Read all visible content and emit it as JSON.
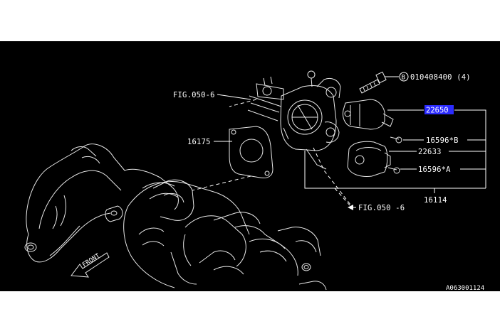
{
  "diagram": {
    "bolt_ref": "010408400 (4)",
    "bolt_symbol": "B",
    "highlighted_part": "22650",
    "labels": {
      "fig_top": "FIG.050-6",
      "fig_bottom": "FIG.050 -6",
      "gasket": "16175",
      "screw_b": "16596*B",
      "sensor": "22633",
      "screw_a": "16596*A",
      "throttle_body": "16114",
      "front": "FRONT"
    },
    "diagram_code": "A063001124"
  },
  "colors": {
    "background": "#000000",
    "lines": "#ffffff",
    "highlight": "#2b2bff"
  }
}
